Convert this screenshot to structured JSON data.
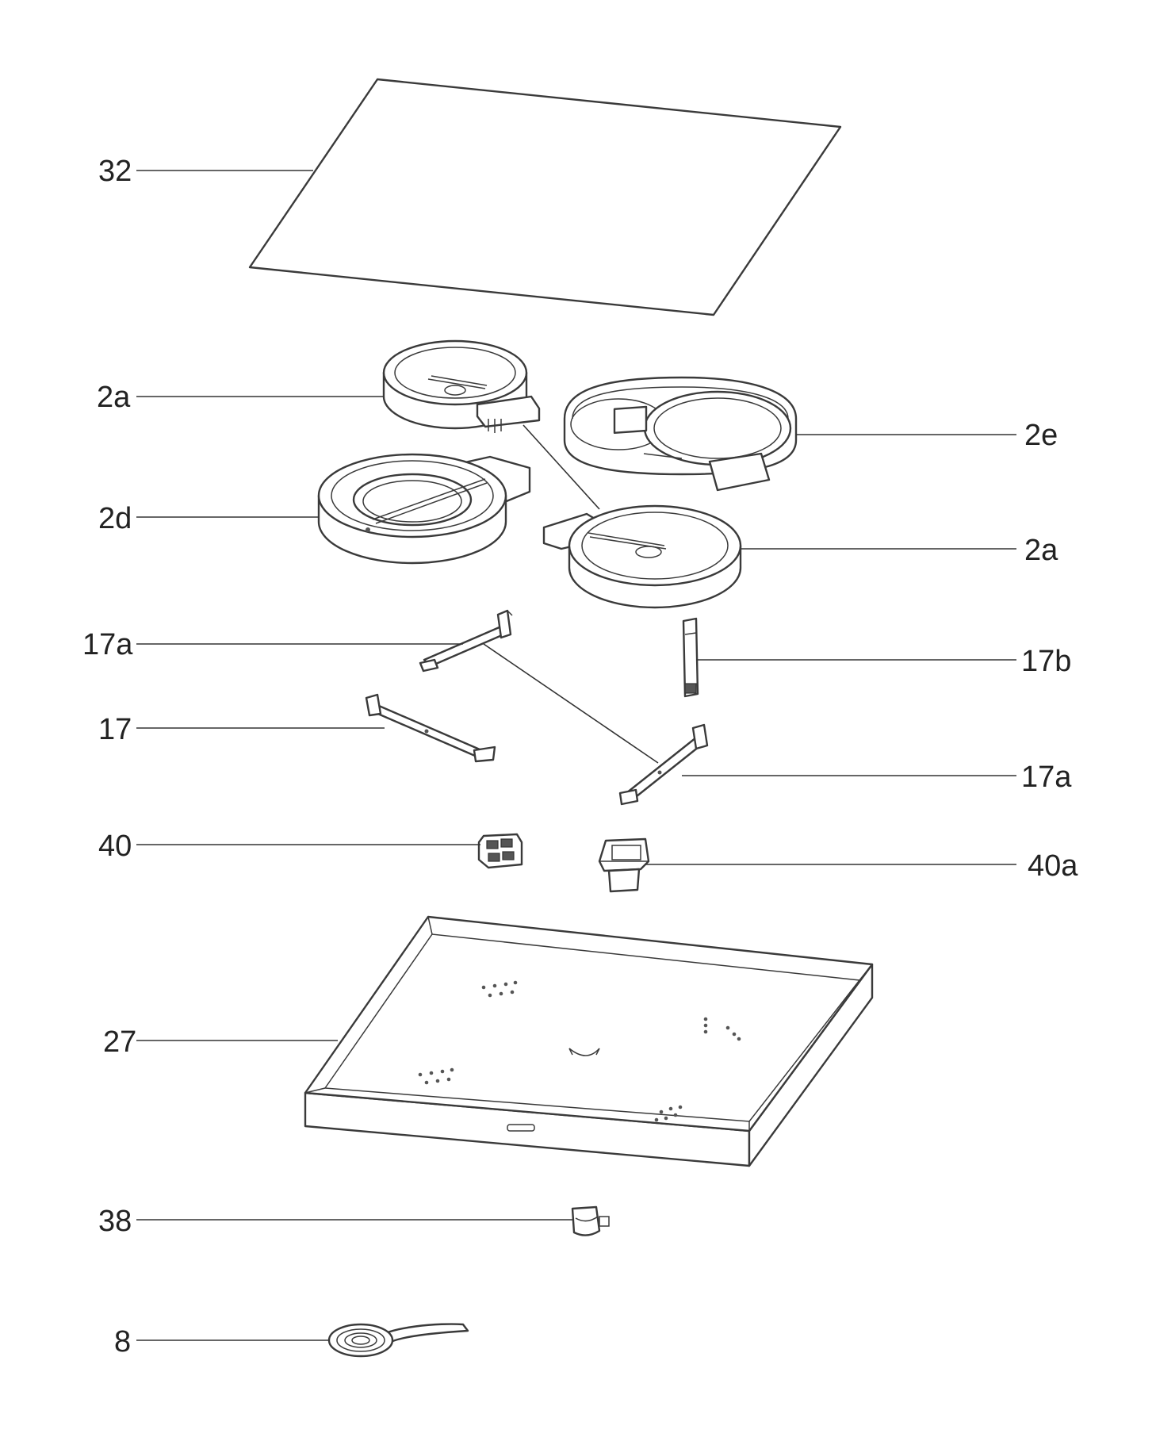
{
  "labels": {
    "l32": "32",
    "l2a_left": "2a",
    "l2e": "2e",
    "l2d": "2d",
    "l2a_right": "2a",
    "l17a_left": "17a",
    "l17b": "17b",
    "l17": "17",
    "l17a_right": "17a",
    "l40": "40",
    "l40a": "40a",
    "l27": "27",
    "l38": "38",
    "l8": "8"
  },
  "colors": {
    "line": "#3a3a3a",
    "text": "#222222",
    "background": "#ffffff"
  }
}
